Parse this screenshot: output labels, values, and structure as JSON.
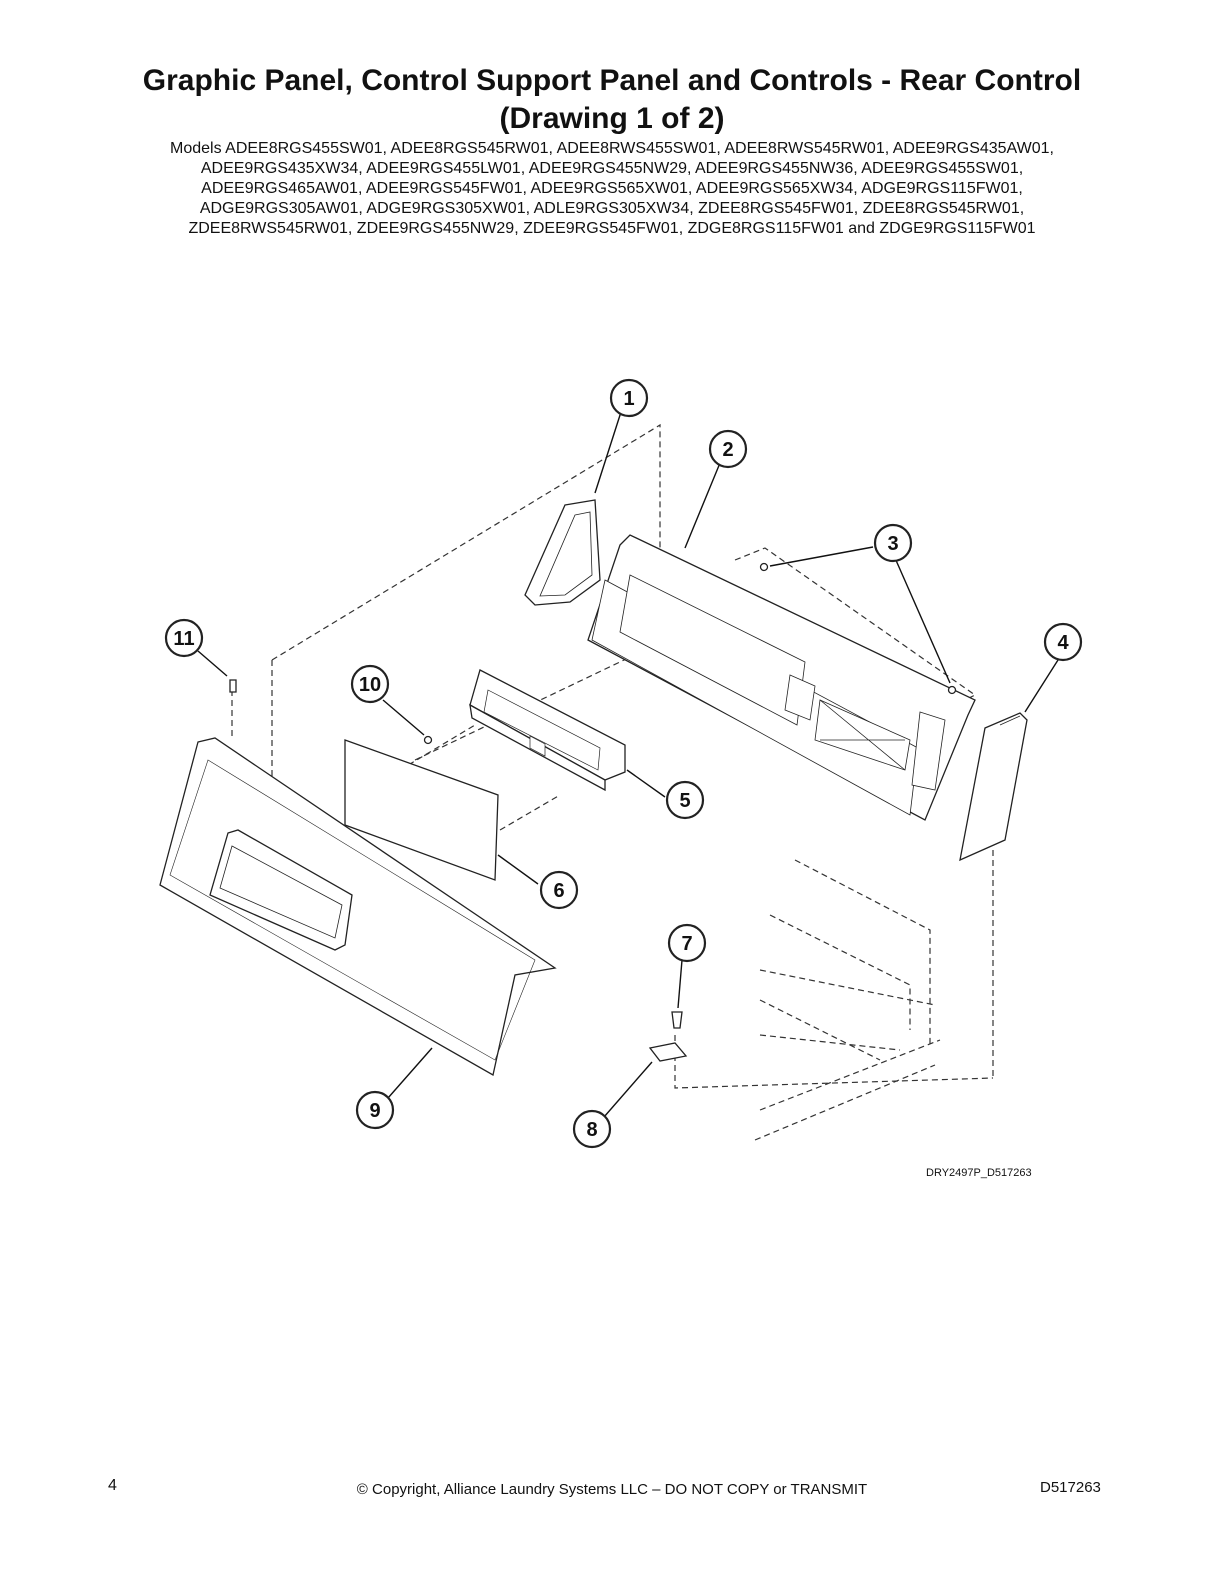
{
  "header": {
    "title_line1": "Graphic Panel, Control Support Panel and Controls - Rear Control",
    "title_line2": "(Drawing 1 of 2)",
    "models": [
      "Models ADEE8RGS455SW01, ADEE8RGS545RW01, ADEE8RWS455SW01, ADEE8RWS545RW01, ADEE9RGS435AW01,",
      "ADEE9RGS435XW34, ADEE9RGS455LW01, ADEE9RGS455NW29, ADEE9RGS455NW36, ADEE9RGS455SW01,",
      "ADEE9RGS465AW01, ADEE9RGS545FW01, ADEE9RGS565XW01, ADEE9RGS565XW34, ADGE9RGS115FW01,",
      "ADGE9RGS305AW01, ADGE9RGS305XW01, ADLE9RGS305XW34, ZDEE8RGS545FW01, ZDEE8RGS545RW01,",
      "ZDEE8RWS545RW01, ZDEE9RGS455NW29, ZDEE9RGS545FW01, ZDGE8RGS115FW01 and ZDGE9RGS115FW01"
    ]
  },
  "diagram": {
    "callouts": [
      "1",
      "2",
      "3",
      "4",
      "5",
      "6",
      "7",
      "8",
      "9",
      "10",
      "11"
    ],
    "drawing_code": "DRY2497P_D517263"
  },
  "footer": {
    "page_number": "4",
    "copyright": "© Copyright, Alliance Laundry Systems LLC – DO NOT COPY or TRANSMIT",
    "doc_id": "D517263"
  }
}
